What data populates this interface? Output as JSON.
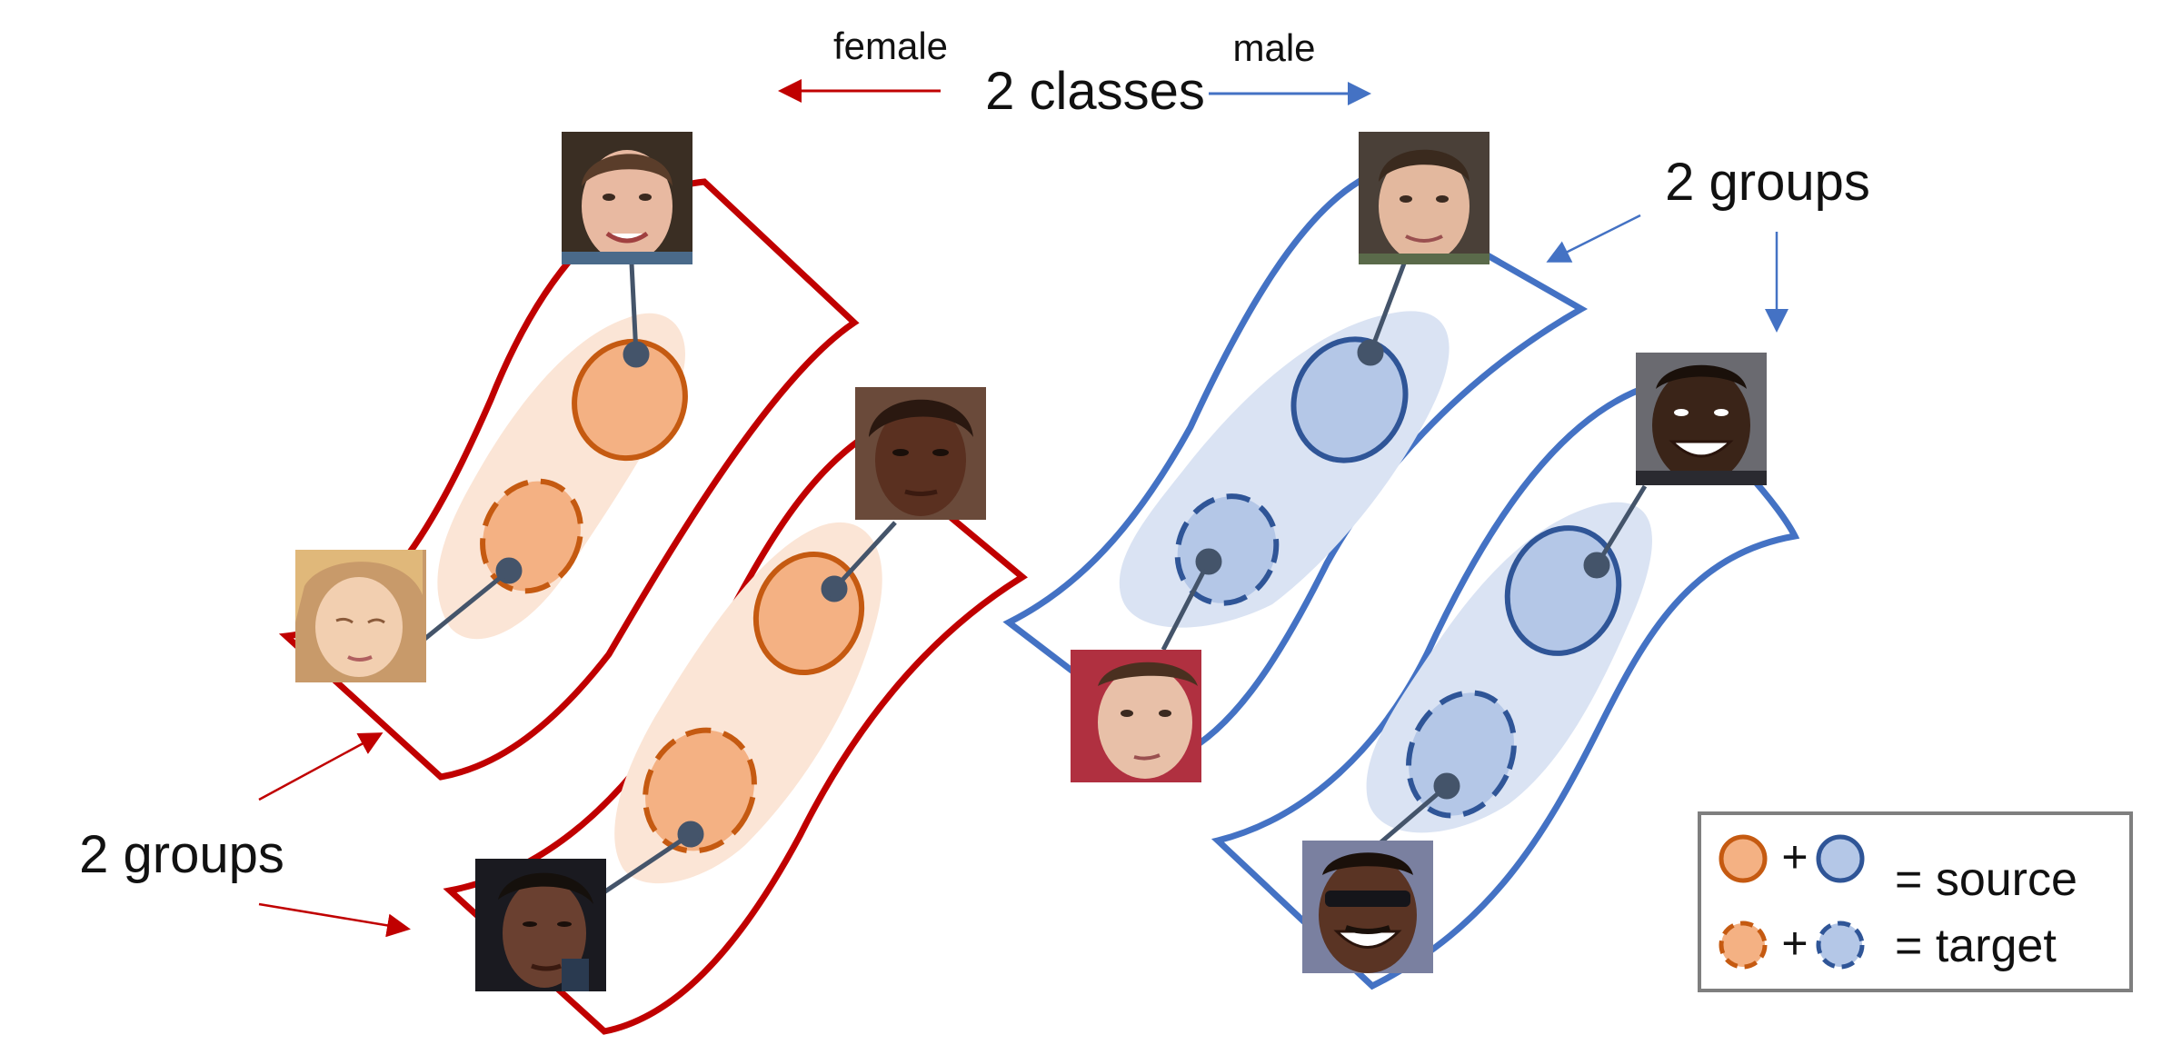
{
  "header": {
    "center_label": "2 classes",
    "left_class": "female",
    "right_class": "male"
  },
  "annotations": {
    "left_groups": "2 groups",
    "right_groups": "2 groups"
  },
  "legend": {
    "plus": "+",
    "source_label": "= source",
    "target_label": "= target"
  },
  "colors": {
    "female_class": "#c00000",
    "male_class": "#4472c4",
    "female_cluster_fill": "#f4b183",
    "female_cluster_stroke": "#c55a11",
    "female_halo": "#fbe5d6",
    "male_cluster_fill": "#b4c7e7",
    "male_cluster_stroke": "#2f5597",
    "male_halo": "#dae3f3",
    "connector": "#44546a"
  },
  "faces": [
    {
      "name": "face-female-source-1",
      "class": "female",
      "domain": "source"
    },
    {
      "name": "face-female-target-1",
      "class": "female",
      "domain": "target"
    },
    {
      "name": "face-female-source-2",
      "class": "female",
      "domain": "source"
    },
    {
      "name": "face-female-target-2",
      "class": "female",
      "domain": "target"
    },
    {
      "name": "face-male-source-1",
      "class": "male",
      "domain": "source"
    },
    {
      "name": "face-male-target-1",
      "class": "male",
      "domain": "target"
    },
    {
      "name": "face-male-source-2",
      "class": "male",
      "domain": "source"
    },
    {
      "name": "face-male-target-2",
      "class": "male",
      "domain": "target"
    }
  ]
}
